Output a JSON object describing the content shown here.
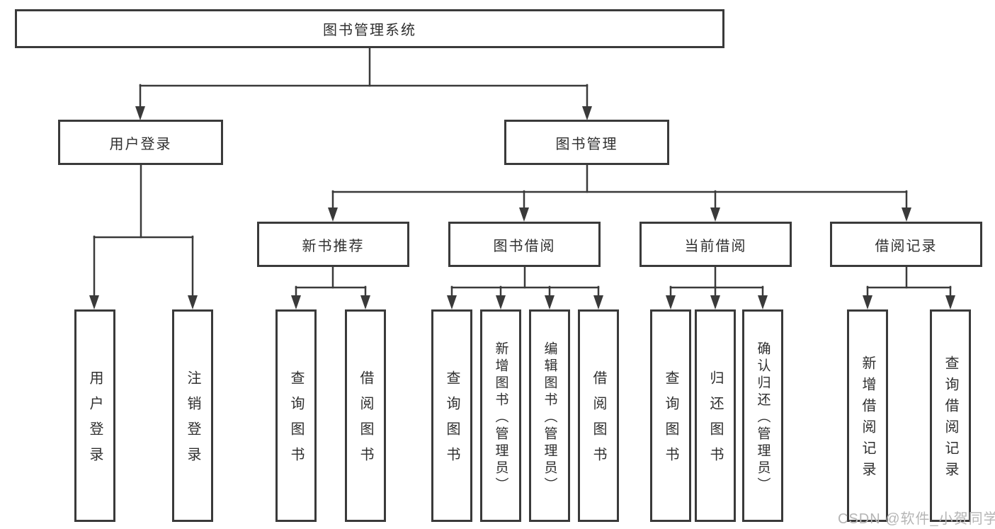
{
  "root": {
    "label": "图书管理系统"
  },
  "branches": {
    "user_login": {
      "label": "用户登录"
    },
    "book_mgmt": {
      "label": "图书管理"
    }
  },
  "modules": {
    "new_book": {
      "label": "新书推荐"
    },
    "book_borrow": {
      "label": "图书借阅"
    },
    "current_borrow": {
      "label": "当前借阅"
    },
    "borrow_record": {
      "label": "借阅记录"
    }
  },
  "leaves": {
    "user_login": {
      "label": "用户登录"
    },
    "logout": {
      "label": "注销登录"
    },
    "newbook_query": {
      "label": "查询图书"
    },
    "newbook_borrow": {
      "label": "借阅图书"
    },
    "borrow_query": {
      "label": "查询图书"
    },
    "borrow_add": {
      "label": "新增图书（管理员）"
    },
    "borrow_edit": {
      "label": "编辑图书（管理员）"
    },
    "borrow_borrow": {
      "label": "借阅图书"
    },
    "current_query": {
      "label": "查询图书"
    },
    "current_return": {
      "label": "归还图书"
    },
    "current_confirm": {
      "label": "确认归还（管理员）"
    },
    "record_add": {
      "label": "新增借阅记录"
    },
    "record_query": {
      "label": "查询借阅记录"
    }
  },
  "watermark": {
    "text": "CSDN @软件_小贺同学"
  },
  "colors": {
    "line": "#3a3a3a",
    "text": "#2f2f2f",
    "watermark": "#b5b5b5",
    "background": "#ffffff"
  }
}
